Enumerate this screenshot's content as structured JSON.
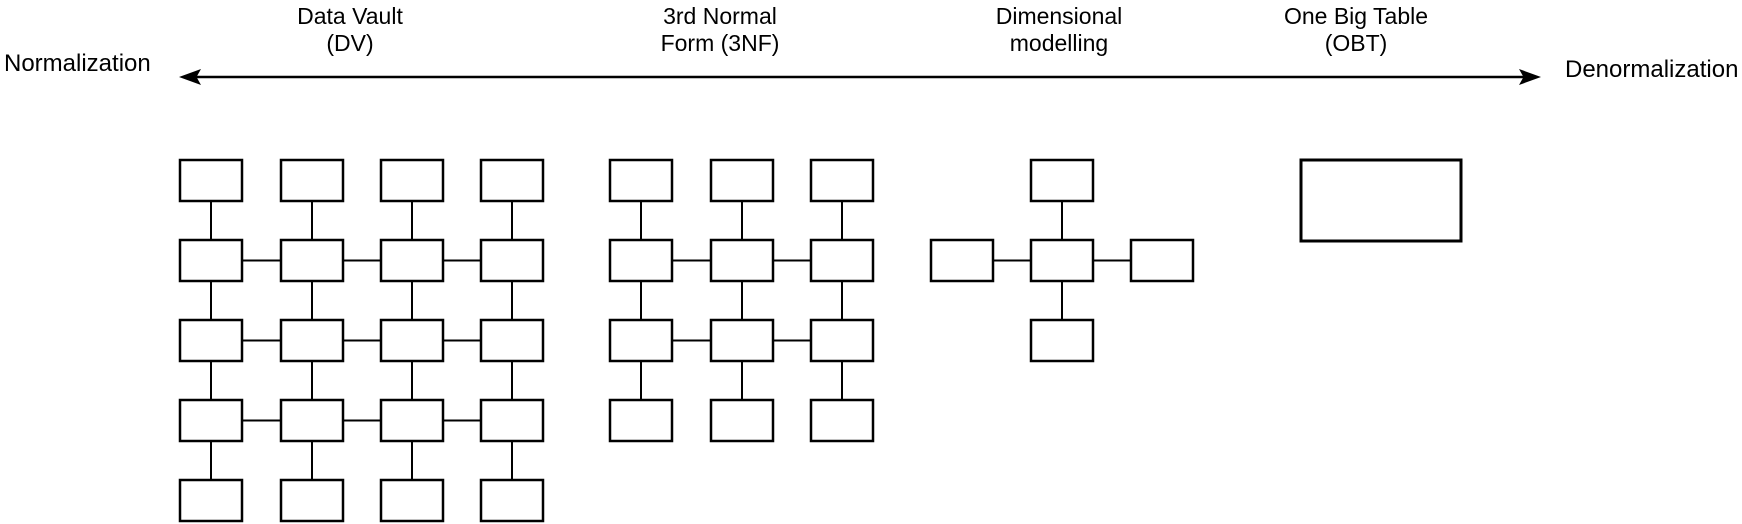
{
  "colors": {
    "stroke": "#000000",
    "background": "#ffffff"
  },
  "axis": {
    "left_label": "Normalization",
    "right_label": "Denormalization"
  },
  "approaches": [
    {
      "id": "data-vault",
      "line1": "Data Vault",
      "line2": "(DV)"
    },
    {
      "id": "third-normal-form",
      "line1": "3rd Normal",
      "line2": "Form (3NF)"
    },
    {
      "id": "dimensional-modelling",
      "line1": "Dimensional",
      "line2": "modelling"
    },
    {
      "id": "one-big-table",
      "line1": "One Big Table",
      "line2": "(OBT)"
    }
  ],
  "diagrams": {
    "data_vault": {
      "type": "grid",
      "columns": 4,
      "rows": 5,
      "boxes": 20
    },
    "third_normal_form": {
      "type": "grid",
      "columns": 3,
      "rows": 4,
      "boxes": 12
    },
    "dimensional_modelling": {
      "type": "star",
      "boxes": 5
    },
    "one_big_table": {
      "type": "single-table",
      "boxes": 1
    }
  }
}
